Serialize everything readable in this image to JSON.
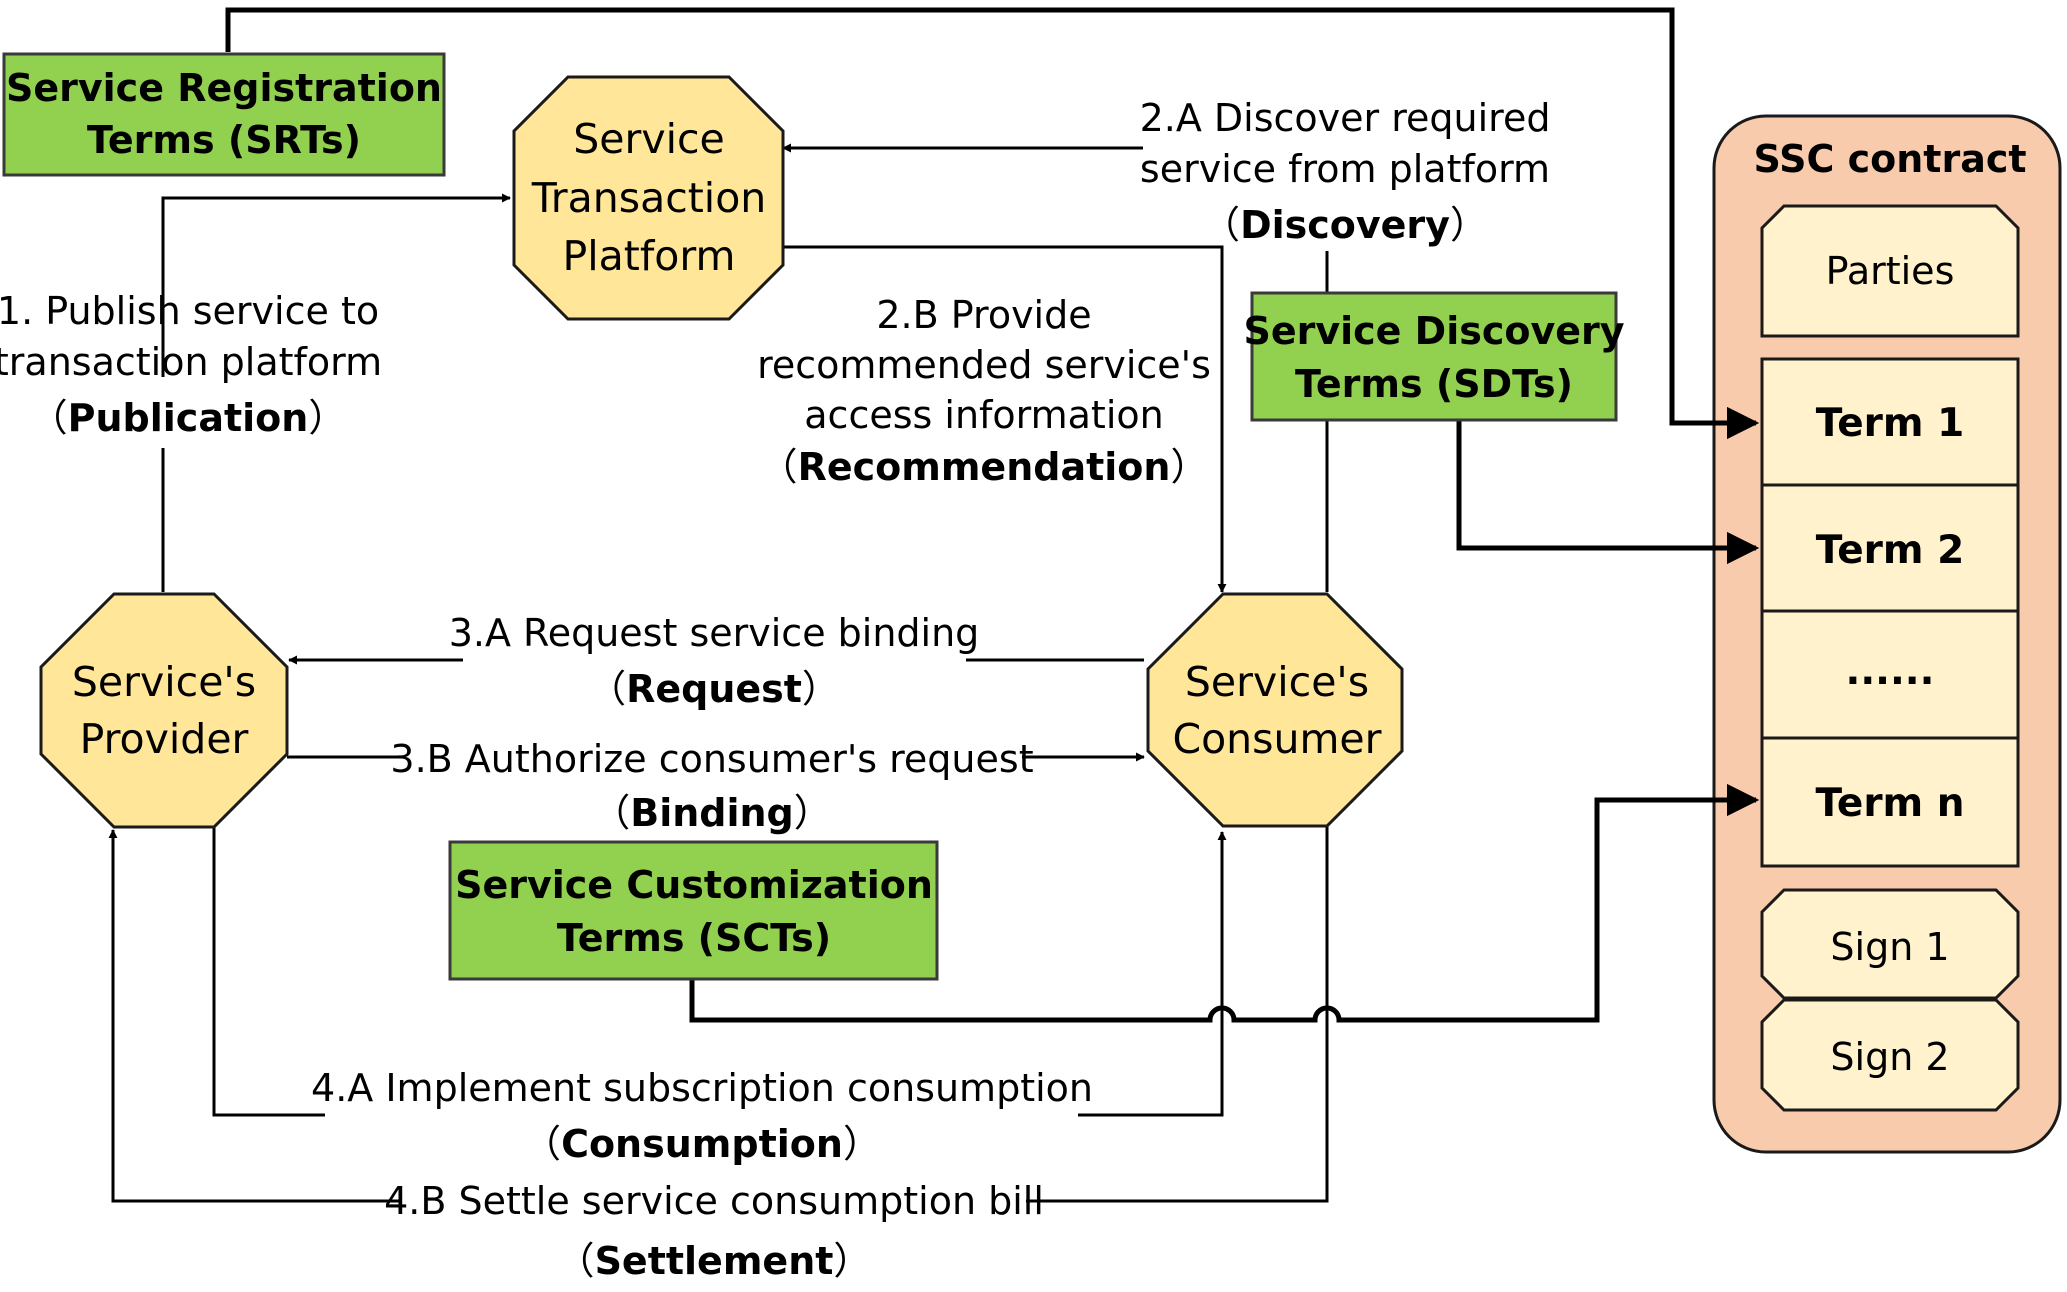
{
  "nodes": {
    "platform": [
      "Service",
      "Transaction",
      "Platform"
    ],
    "provider": [
      "Service's",
      "Provider"
    ],
    "consumer": [
      "Service's",
      "Consumer"
    ]
  },
  "terms": {
    "srts": [
      "Service Registration",
      "Terms (SRTs)"
    ],
    "sdts": [
      "Service Discovery",
      "Terms (SDTs)"
    ],
    "scts": [
      "Service Customization",
      "Terms (SCTs)"
    ]
  },
  "steps": {
    "publication": {
      "lines": [
        "1. Publish service to",
        "transaction platform"
      ],
      "name": "Publication"
    },
    "discovery": {
      "lines": [
        "2.A Discover required",
        "service from platform"
      ],
      "name": "Discovery"
    },
    "recommendation": {
      "lines": [
        "2.B Provide",
        "recommended service's",
        "access information"
      ],
      "name": "Recommendation"
    },
    "request": {
      "lines": [
        "3.A Request service binding"
      ],
      "name": "Request"
    },
    "binding": {
      "lines": [
        "3.B Authorize consumer's request"
      ],
      "name": "Binding"
    },
    "consumption": {
      "lines": [
        "4.A Implement subscription consumption"
      ],
      "name": "Consumption"
    },
    "settlement": {
      "lines": [
        "4.B Settle service consumption bill"
      ],
      "name": "Settlement"
    }
  },
  "contract": {
    "title": "SSC contract",
    "parties": "Parties",
    "terms": [
      "Term 1",
      "Term 2",
      "......",
      "Term n"
    ],
    "signs": [
      "Sign 1",
      "Sign 2"
    ]
  },
  "brackets": {
    "open": "（",
    "close": "）"
  }
}
